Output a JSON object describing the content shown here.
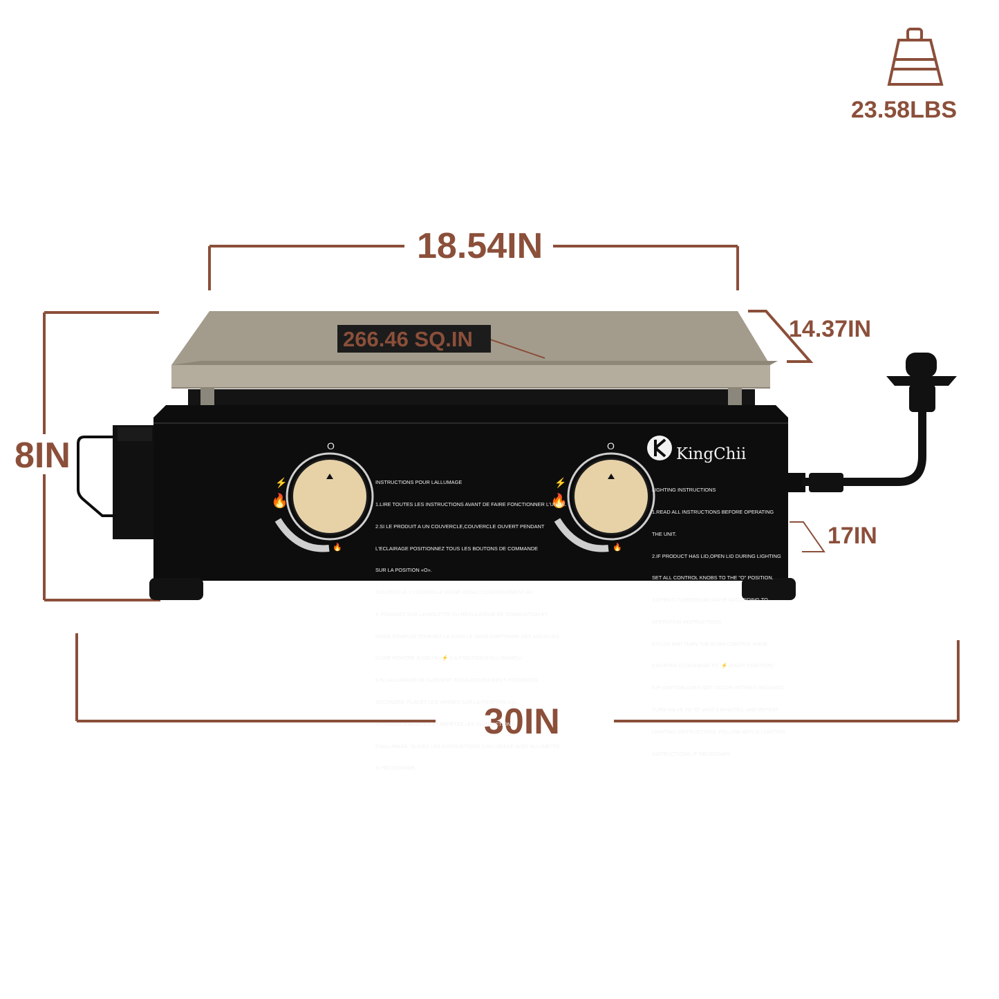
{
  "colors": {
    "accent": "#8b4f3a",
    "griddle_plate": "#b4ad9e",
    "body": "#0d0d0d",
    "knob": "#e7d2a8",
    "background": "#ffffff"
  },
  "weight": {
    "value": "23.58LBS",
    "icon": "weight-icon"
  },
  "dimensions": {
    "top_width": "18.54IN",
    "depth": "14.37IN",
    "height": "8IN",
    "total_width": "30IN",
    "side": "17IN",
    "cooking_area": "266.46 SQ.IN"
  },
  "brand": {
    "name": "KingChii"
  },
  "knobs": [
    {
      "off_label": "O"
    },
    {
      "off_label": "O"
    }
  ],
  "instructions_fr": {
    "lines": [
      "INSTRUCTIONS POUR LALLUMAGE",
      "1.LIRE TOUTES LES INSTRUCTIONS AVANT DE FAIRE FONCTIONNER L'UNITÉ.",
      "2.SI LE PRODUIT A UN COUVERCLE,COUVERCLE OUVERT PENDANT",
      "L'ECLAIRAGE POSITIONNEZ TOUS LES BOUTONS DE COMMANDE",
      "SUR LA POSITION «O».",
      "3.OUVRIR LE CYLINDRE/LA VANNE DEGAZ CONFORMÉMENT AU",
      "4. POUSSEZ SUR LA MOLETTE DU RÉGULATEUR DE COMBUSTION ET",
      "MODE D'EMPLOI.TOURNEZ LA DANS LE SENS CONTRAIRE DES AIGUILLES",
      "D'UNE MONTRE JUSQU'À «⚡ (LA POSITION D'ALLUMAGE)».",
      "5.SI LALLUMAGE NE SURVIENT PAS AUCOURS DES 5 PREMIÈRES",
      "SECONDES, PLACEZ LES VANNES SUR LA POSITION «O»,",
      "ATTENDEZ 5 MINUTES ET RÉPÉTEZ LES INSTRUCTIONS",
      "D'ALLUMAGE. SUIVEZ LES INSTRUCTIONS D'ALLUMAGE AVEC ALLUMETTE",
      "SI NÉCESSAIRE."
    ]
  },
  "instructions_en": {
    "lines": [
      "LIGHTING INSTRUCTIONS",
      "1.READ ALL INSTRUCTIONS BEFORE OPERATING",
      "THE UNIT.",
      "2.IF PRODUCT HAS LID,OPEN LID DURING LIGHTING",
      "SET ALL CONTROL KNOBS TO THE \"O\" POSITION.",
      "3.OPEN CYLINDER/GAS VALVE ACCORDING TO",
      "OPERATING INSTRUCTIONS.",
      "4.PUSH AND TURN THE BURN CONTROL KNOB",
      "COUNTER-CLOCKWISE TO \"⚡ (LIGHT POSITION)\"",
      "5.IF IGNITION DOES NOT OCCUR WITHIN 5 SECONDS,",
      "TURN VALVE TO \"O\" WAIT 5 MINUTES, AND REPEAT",
      "LIGHTING INSTRUCTIONS. FOLLOW MATCH LIGHTING",
      "INSTRUCTIONS, IF NECESSARY."
    ]
  }
}
